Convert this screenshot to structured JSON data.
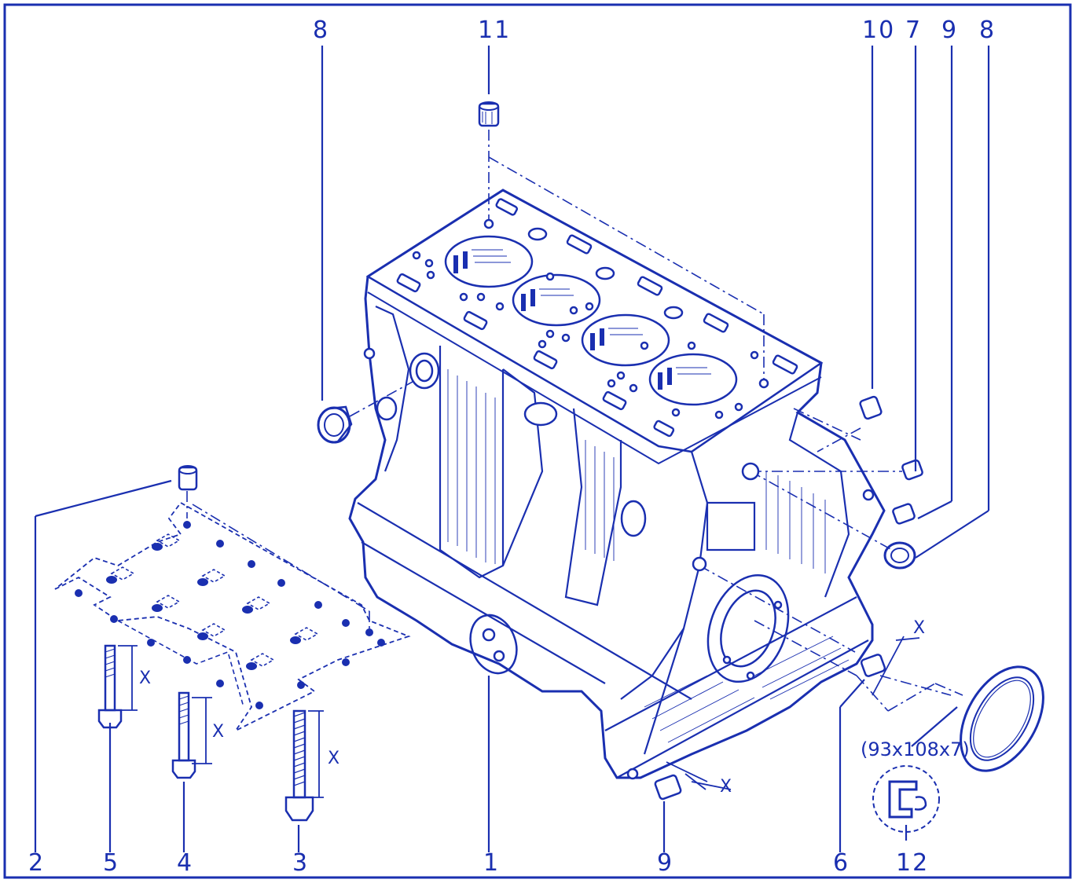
{
  "diagram": {
    "ink_color": "#1a2fb0",
    "background": "#ffffff",
    "callouts_top": [
      "8",
      "11",
      "10",
      "7",
      "9",
      "8"
    ],
    "callouts_bottom": [
      "2",
      "5",
      "4",
      "3",
      "1",
      "9",
      "6",
      "12"
    ],
    "dimension_marks": [
      "X",
      "X",
      "X",
      "X",
      "X"
    ],
    "seal_size": "(93x108x7)"
  }
}
